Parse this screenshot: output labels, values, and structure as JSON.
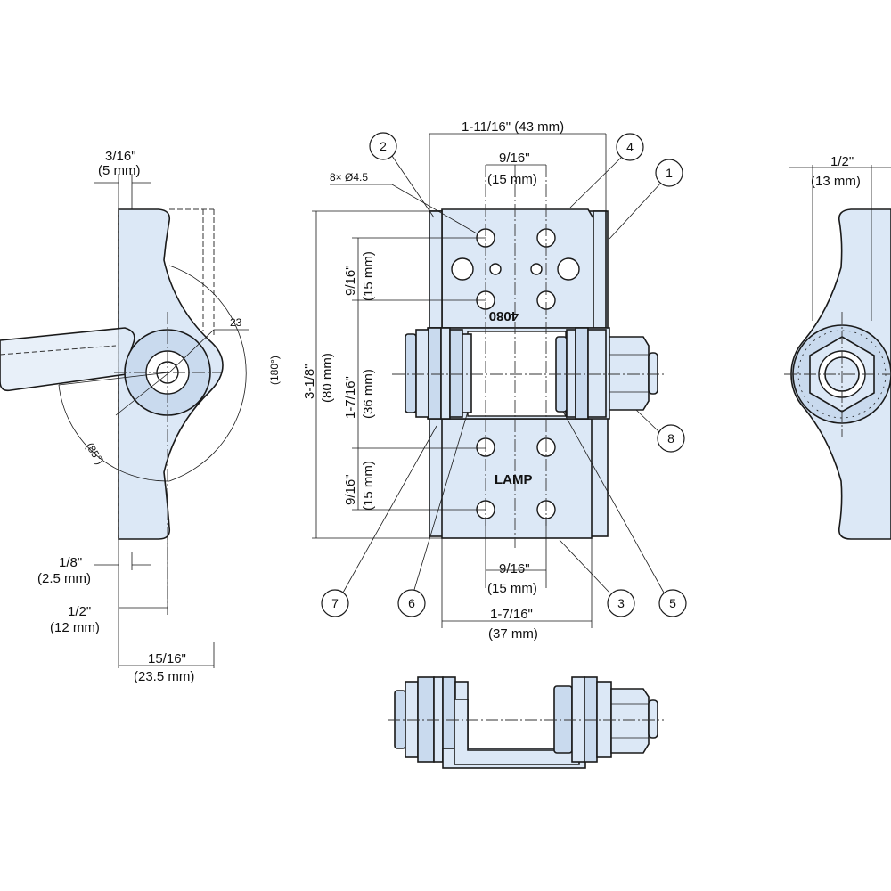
{
  "dimensions": {
    "side_top_in": "3/16\"",
    "side_top_mm": "(5 mm)",
    "side_angle_label": "23",
    "side_arc_180": "(180°)",
    "side_arc_85": "(85°)",
    "side_b1_in": "1/8\"",
    "side_b1_mm": "(2.5 mm)",
    "side_b2_in": "1/2\"",
    "side_b2_mm": "(12 mm)",
    "side_b3_in": "15/16\"",
    "side_b3_mm": "(23.5 mm)",
    "front_width_top": "1-11/16\" (43 mm)",
    "front_hole_spacing_top_in": "9/16\"",
    "front_hole_spacing_top_mm": "(15 mm)",
    "front_holes": "8× Ø4.5",
    "front_v1_in": "9/16\"",
    "front_v1_mm": "(15 mm)",
    "front_height_in": "3-1/8\"",
    "front_height_mm": "(80 mm)",
    "front_v2_in": "1-7/16\"",
    "front_v2_mm": "(36 mm)",
    "front_v3_in": "9/16\"",
    "front_v3_mm": "(15 mm)",
    "front_hole_spacing_bottom_in": "9/16\"",
    "front_hole_spacing_bottom_mm": "(15 mm)",
    "front_width_bottom_in": "1-7/16\"",
    "front_width_bottom_mm": "(37 mm)",
    "right_top_in": "1/2\"",
    "right_top_mm": "(13 mm)"
  },
  "markings": {
    "part_number": "4080",
    "brand": "LAMP"
  },
  "callouts": [
    "1",
    "2",
    "3",
    "4",
    "5",
    "6",
    "7",
    "8"
  ]
}
